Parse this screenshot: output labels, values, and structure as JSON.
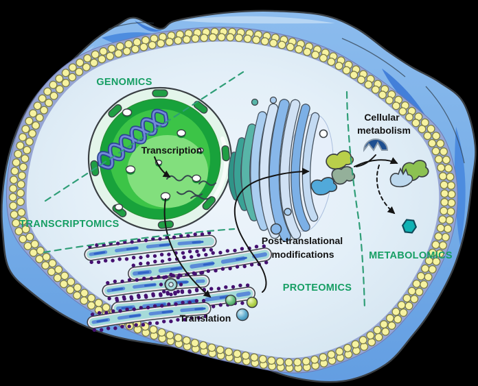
{
  "figure": {
    "omics_labels": {
      "genomics": "GENOMICS",
      "transcriptomics": "TRANSCRIPTOMICS",
      "proteomics": "PROTEOMICS",
      "metabolomics": "METABOLOMICS"
    },
    "process_labels": {
      "transcription": "Transcription",
      "translation": "Translation",
      "ptm_line1": "Post-translational",
      "ptm_line2": "modifications",
      "metabolism_line1": "Cellular",
      "metabolism_line2": "metabolism"
    },
    "colors": {
      "omics_label": "#169e63",
      "process_label": "#111111",
      "divider": "#2f9e77",
      "background": "#000000",
      "outer_blue": "#79afe8",
      "membrane_band": "#96a5d3",
      "lipid_head_yellow": "#f6f2a0",
      "cytoplasm": "#dfecf6",
      "nucleus_green": "#3cc447",
      "dna_blue": "#7289d8",
      "ribosome_purple": "#451170",
      "enzyme_blue": "#1e4f90",
      "metabolite_teal": "#10b2b4"
    }
  }
}
